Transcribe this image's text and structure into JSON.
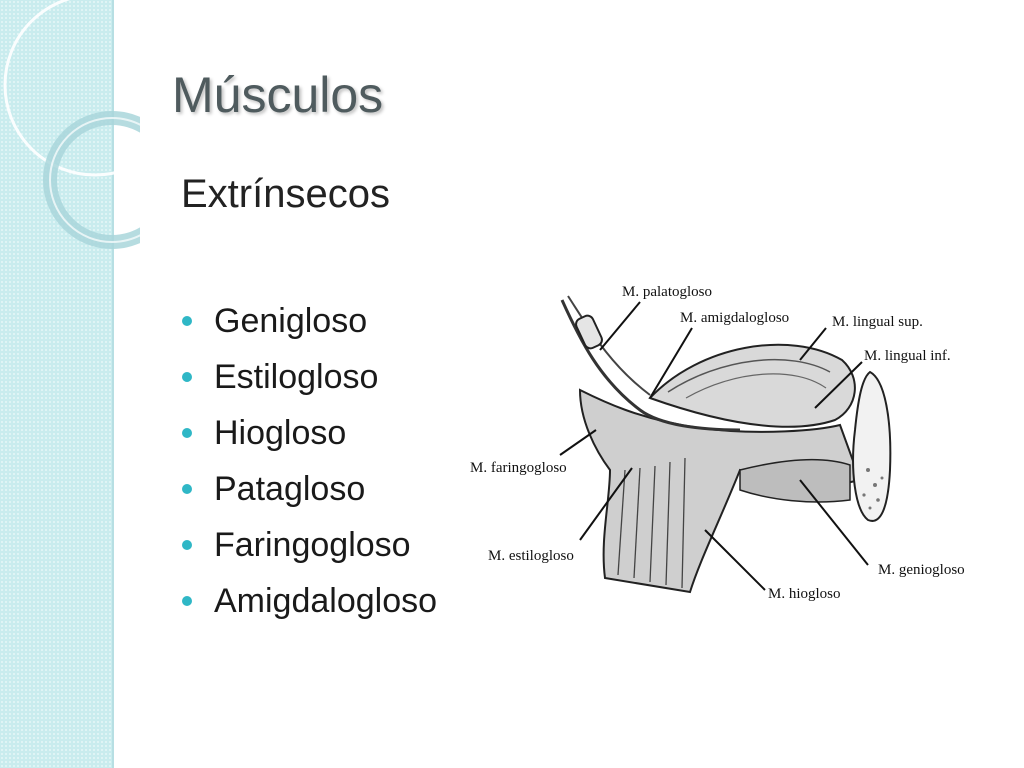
{
  "slide": {
    "title": "Músculos",
    "subtitle": "Extrínsecos",
    "bullets": [
      "Genigloso",
      "Estilogloso",
      "Hiogloso",
      "Patagloso",
      "Faringogloso",
      "Amigdalogloso"
    ]
  },
  "figure": {
    "labels": {
      "palatogloso": "M. palatogloso",
      "amigdalogloso": "M. amigdalogloso",
      "lingual_sup": "M. lingual sup.",
      "lingual_inf": "M. lingual inf.",
      "faringogloso": "M. faringogloso",
      "estilogloso": "M. estilogloso",
      "geniogloso": "M. geniogloso",
      "hiogloso": "M. hiogloso"
    }
  },
  "colors": {
    "accent": "#2fb7c6",
    "strip": "#c9ecee",
    "title": "#4f5b5e"
  }
}
